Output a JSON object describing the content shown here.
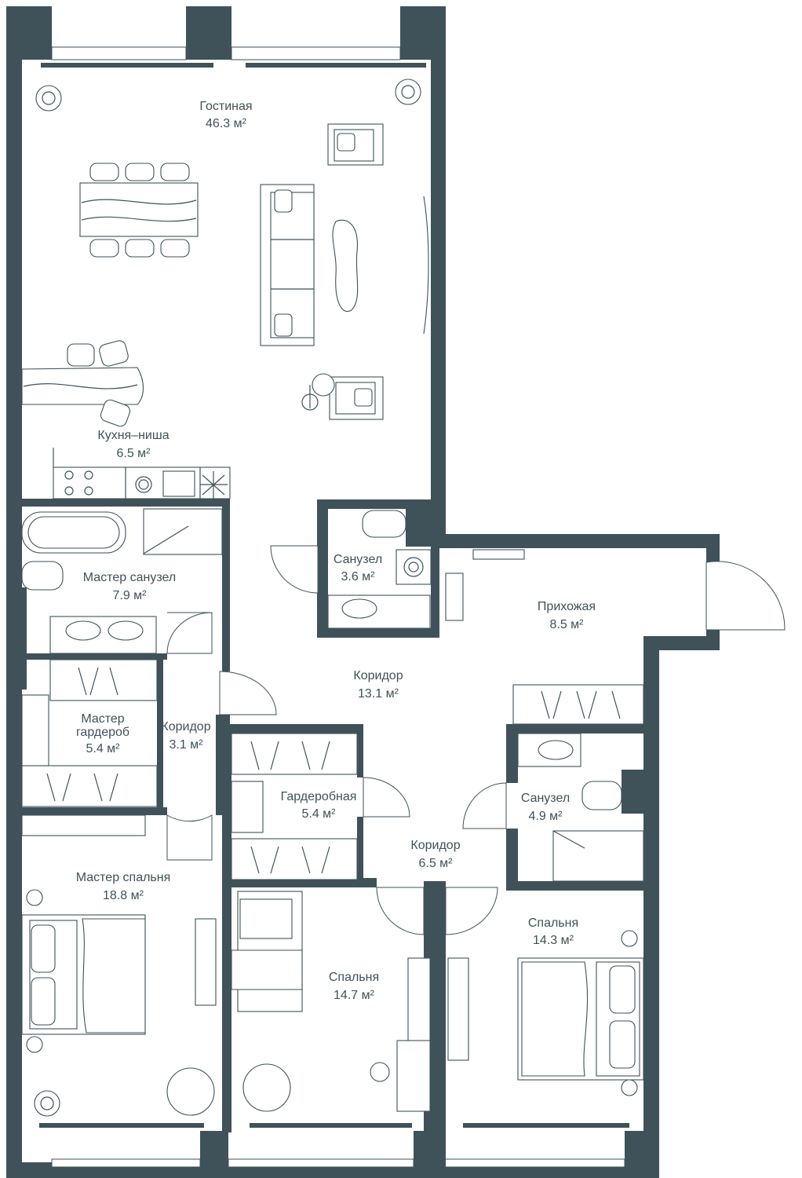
{
  "plan": {
    "colors": {
      "wall": "#3f5259",
      "background": "#ffffff"
    },
    "area_unit": "м²",
    "rooms": [
      {
        "id": "living",
        "name": "Гостиная",
        "area": "46.3 м²"
      },
      {
        "id": "kitchen",
        "name": "Кухня–ниша",
        "area": "6.5 м²"
      },
      {
        "id": "master_bath",
        "name": "Мастер санузел",
        "area": "7.9 м²"
      },
      {
        "id": "bath_small",
        "name": "Санузел",
        "area": "3.6 м²"
      },
      {
        "id": "hall",
        "name": "Прихожая",
        "area": "8.5 м²"
      },
      {
        "id": "corridor_main",
        "name": "Коридор",
        "area": "13.1 м²"
      },
      {
        "id": "master_closet",
        "name": "Мастер гардероб",
        "name_lines": [
          "Мастер",
          "гардероб"
        ],
        "area": "5.4 м²"
      },
      {
        "id": "corridor_left",
        "name": "Коридор",
        "area": "3.1 м²"
      },
      {
        "id": "wardrobe",
        "name": "Гардеробная",
        "area": "5.4 м²"
      },
      {
        "id": "bath_right",
        "name": "Санузел",
        "area": "4.9 м²"
      },
      {
        "id": "corridor_low",
        "name": "Коридор",
        "area": "6.5 м²"
      },
      {
        "id": "master_bed",
        "name": "Мастер спальня",
        "area": "18.8 м²"
      },
      {
        "id": "bed_mid",
        "name": "Спальня",
        "area": "14.7 м²"
      },
      {
        "id": "bed_right",
        "name": "Спальня",
        "area": "14.3 м²"
      }
    ]
  }
}
